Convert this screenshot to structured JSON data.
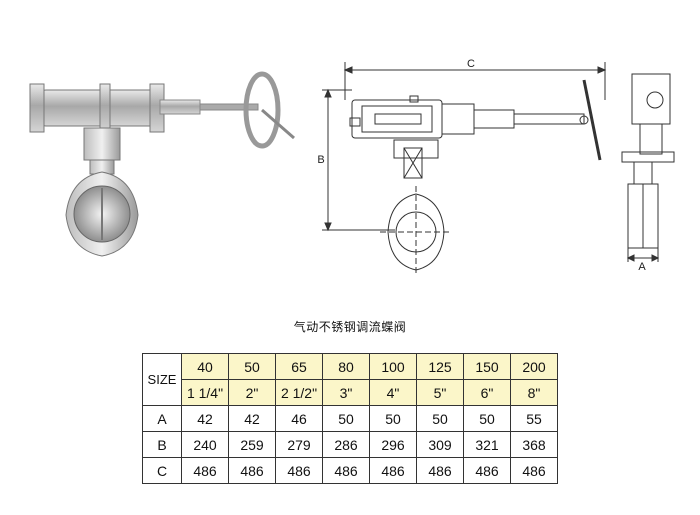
{
  "title": "气动不锈钢调流蝶阀",
  "drawing_labels": {
    "c": "C",
    "b": "B",
    "a": "A"
  },
  "table": {
    "size_label": "SIZE",
    "dn": [
      "40",
      "50",
      "65",
      "80",
      "100",
      "125",
      "150",
      "200"
    ],
    "inch": [
      "1 1/4\"",
      "2\"",
      "2 1/2\"",
      "3\"",
      "4\"",
      "5\"",
      "6\"",
      "8\""
    ],
    "rows": [
      {
        "label": "A",
        "values": [
          "42",
          "42",
          "46",
          "50",
          "50",
          "50",
          "50",
          "55"
        ]
      },
      {
        "label": "B",
        "values": [
          "240",
          "259",
          "279",
          "286",
          "296",
          "309",
          "321",
          "368"
        ]
      },
      {
        "label": "C",
        "values": [
          "486",
          "486",
          "486",
          "486",
          "486",
          "486",
          "486",
          "486"
        ]
      }
    ]
  }
}
